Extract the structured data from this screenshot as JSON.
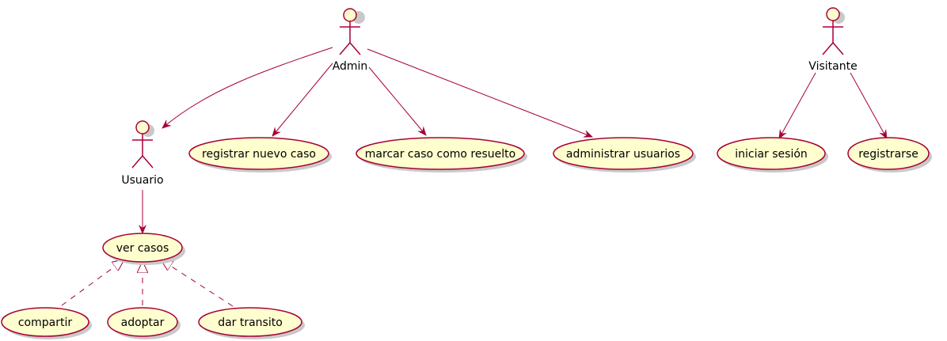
{
  "colors": {
    "line": "#A80036",
    "fill": "#FEFECE",
    "shadow": "#C9C9C9",
    "text": "#000000"
  },
  "actors": {
    "admin": "Admin",
    "usuario": "Usuario",
    "visitante": "Visitante"
  },
  "usecases": {
    "registrar": "registrar nuevo caso",
    "marcar": "marcar caso como resuelto",
    "administrar": "administrar usuarios",
    "iniciar": "iniciar sesión",
    "registrarse": "registrarse",
    "ver": "ver casos",
    "compartir": "compartir",
    "adoptar": "adoptar",
    "transito": "dar transito"
  }
}
